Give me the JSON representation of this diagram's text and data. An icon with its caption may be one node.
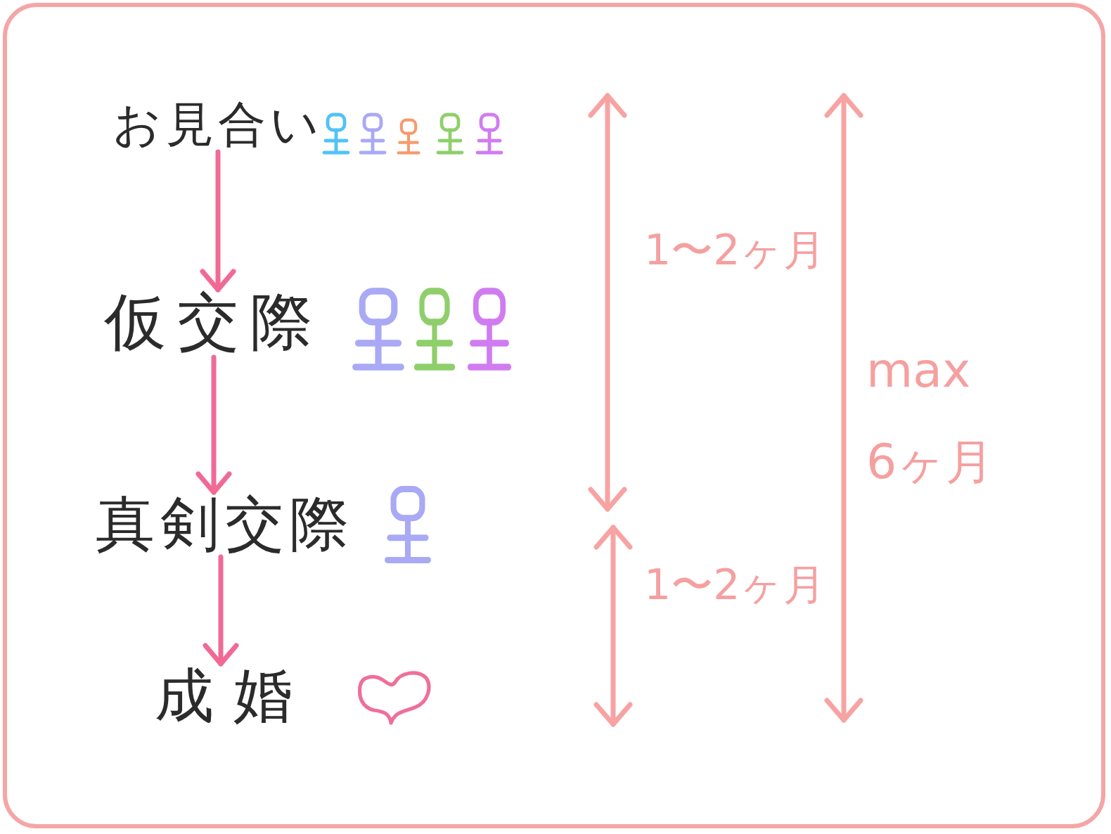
{
  "diagram": {
    "nodes": [
      {
        "text": [
          "お見合い"
        ]
      },
      {
        "text": [
          "仮交際"
        ]
      },
      {
        "text": [
          "真剣交際"
        ]
      },
      {
        "text": [
          "成婚"
        ]
      }
    ],
    "edges": [
      {
        "from": 0,
        "to": 1,
        "arrow": "to"
      },
      {
        "from": 1,
        "to": 2,
        "arrow": "to"
      },
      {
        "from": 2,
        "to": 3,
        "arrow": "to"
      }
    ],
    "labels": [
      "1〜2ヶ月",
      "max 6ヶ月",
      "1〜2ヶ月"
    ]
  }
}
